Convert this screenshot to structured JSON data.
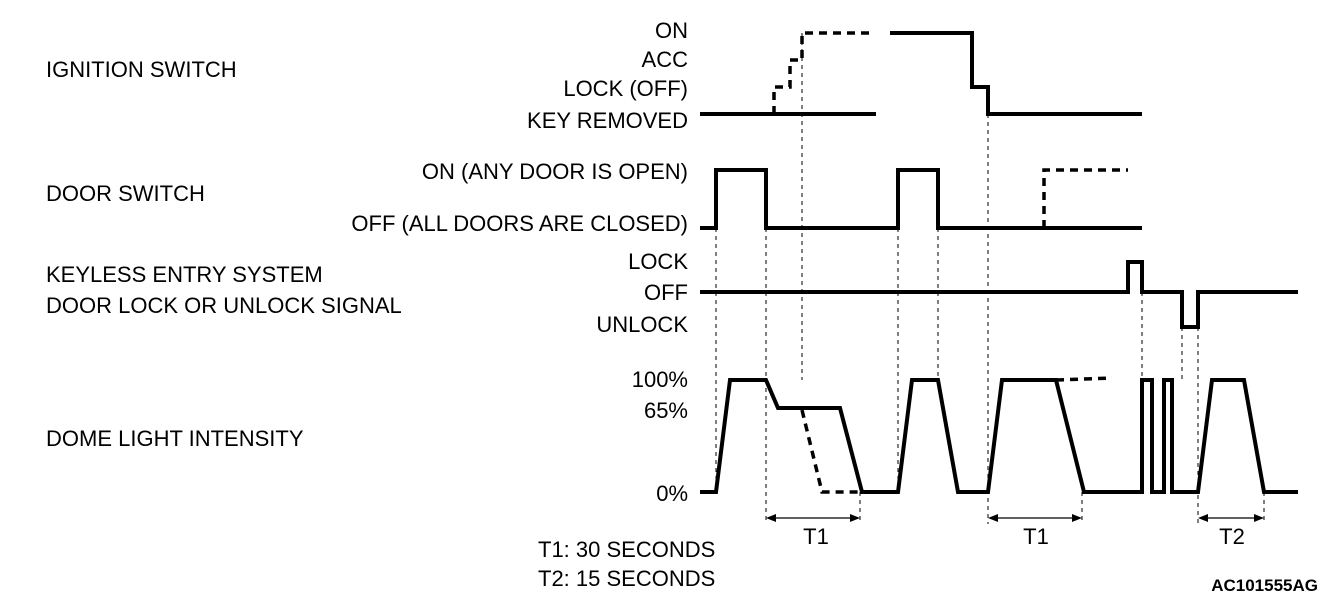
{
  "signals": {
    "ignition": {
      "name": "IGNITION SWITCH",
      "levels": [
        "ON",
        "ACC",
        "LOCK (OFF)",
        "KEY REMOVED"
      ]
    },
    "door": {
      "name": "DOOR SWITCH",
      "levels": [
        "ON (ANY DOOR IS OPEN)",
        "OFF (ALL DOORS ARE CLOSED)"
      ]
    },
    "keyless": {
      "name_line1": "KEYLESS ENTRY SYSTEM",
      "name_line2": "DOOR LOCK OR UNLOCK SIGNAL",
      "levels": [
        "LOCK",
        "OFF",
        "UNLOCK"
      ]
    },
    "dome": {
      "name": "DOME LIGHT INTENSITY",
      "levels": [
        "100%",
        "65%",
        "0%"
      ]
    }
  },
  "intervals": {
    "t1_label": "T1",
    "t2_label": "T2"
  },
  "notes": {
    "t1": "T1: 30 SECONDS",
    "t2": "T2: 15 SECONDS"
  },
  "figure_code": "AC101555AG"
}
